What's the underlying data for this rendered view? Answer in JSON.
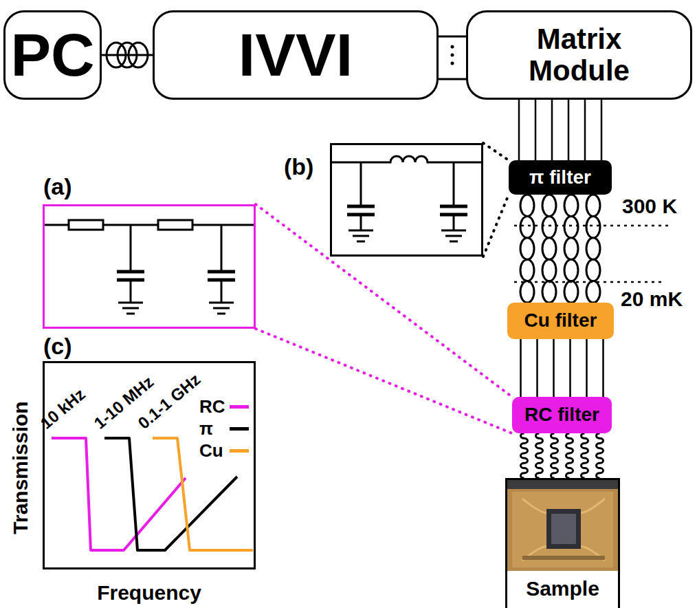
{
  "diagram": {
    "nodes": [
      {
        "text": [
          "PC"
        ]
      },
      {
        "text": [
          "IVVI"
        ]
      },
      {
        "text": [
          "Matrix Module"
        ]
      },
      {
        "text": [
          "π filter"
        ]
      },
      {
        "text": [
          "Cu filter"
        ]
      },
      {
        "text": [
          "RC filter"
        ]
      },
      {
        "text": [
          "Sample"
        ]
      },
      {
        "text": [
          "(a)"
        ]
      },
      {
        "text": [
          "(b)"
        ]
      },
      {
        "text": [
          "(c)"
        ]
      }
    ],
    "edges": [
      {
        "from": 0,
        "to": 1,
        "arrow": "none"
      },
      {
        "from": 1,
        "to": 2,
        "arrow": "none"
      },
      {
        "from": 2,
        "to": 3,
        "arrow": "none"
      },
      {
        "from": 3,
        "to": 4,
        "arrow": "none"
      },
      {
        "from": 4,
        "to": 5,
        "arrow": "none"
      },
      {
        "from": 5,
        "to": 6,
        "arrow": "none"
      },
      {
        "from": 7,
        "to": 5,
        "arrow": "none"
      },
      {
        "from": 8,
        "to": 3,
        "arrow": "none"
      }
    ],
    "labels": [
      "300 K",
      "20 mK",
      "Transmission",
      "Frequency",
      "10 kHz",
      "1-10 MHz",
      "0.1-1 GHz"
    ],
    "legend": [
      {
        "text": "RC",
        "color": "#e81ee6"
      },
      {
        "text": "π",
        "color": "#000000"
      },
      {
        "text": "Cu",
        "color": "#f7a22b"
      }
    ]
  }
}
